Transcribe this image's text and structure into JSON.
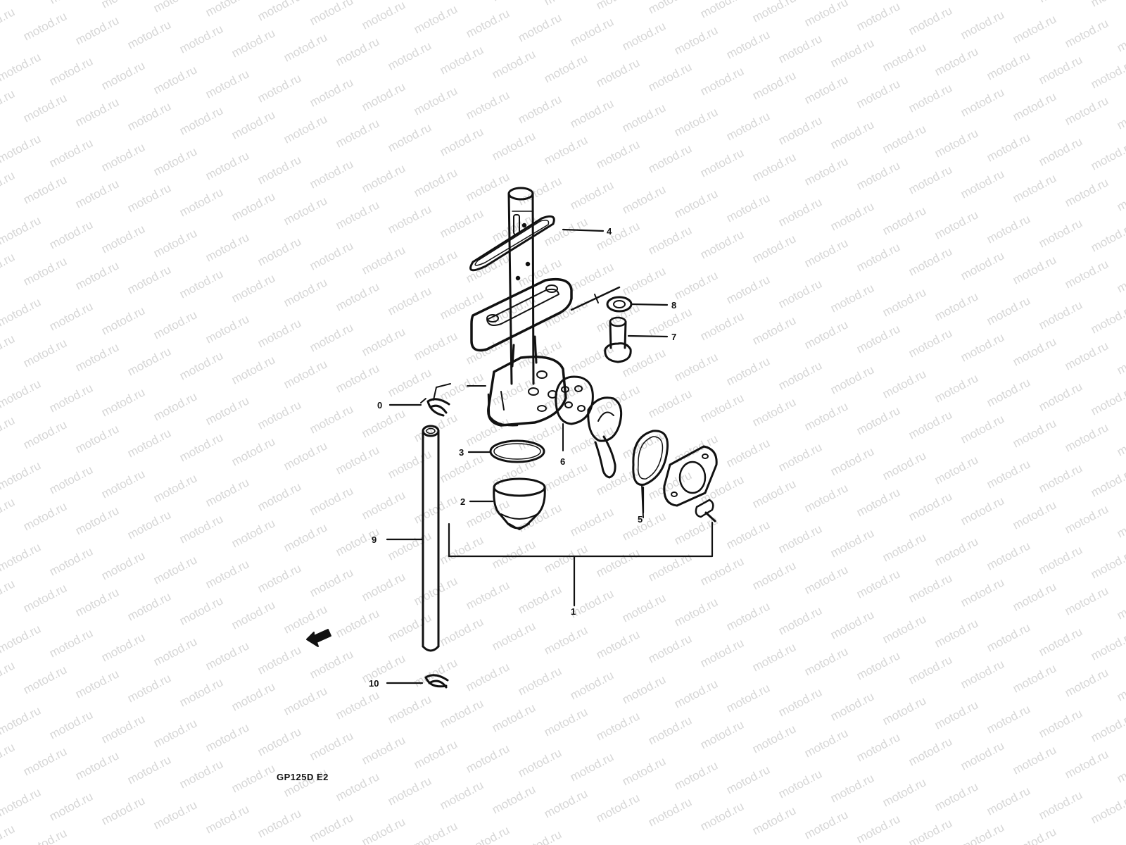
{
  "watermark_text": "motod.ru",
  "colors": {
    "background": "#ffffff",
    "line": "#111111",
    "watermark": "#d6d6d6"
  },
  "model_code": "GP125D E2",
  "callouts": {
    "c0": "0",
    "c1": "1",
    "c2": "2",
    "c3": "3",
    "c4": "4",
    "c5": "5",
    "c6": "6",
    "c7": "7",
    "c8": "8",
    "c9": "9",
    "c10": "10"
  },
  "parts": [
    {
      "id": "fuel-cock-body",
      "callout": "1",
      "icon": "fuel-cock-assembly"
    },
    {
      "id": "sediment-cup",
      "callout": "2",
      "icon": "cup"
    },
    {
      "id": "cup-o-ring",
      "callout": "3",
      "icon": "o-ring"
    },
    {
      "id": "tank-o-ring",
      "callout": "4",
      "icon": "o-ring"
    },
    {
      "id": "lever-gasket",
      "callout": "5",
      "icon": "gasket"
    },
    {
      "id": "valve-disc",
      "callout": "6",
      "icon": "valve"
    },
    {
      "id": "mounting-bolt",
      "callout": "7",
      "icon": "bolt"
    },
    {
      "id": "bolt-washer",
      "callout": "8",
      "icon": "washer"
    },
    {
      "id": "fuel-hose",
      "callout": "9",
      "icon": "hose"
    },
    {
      "id": "hose-clamp-top",
      "callout": "0",
      "icon": "clamp"
    },
    {
      "id": "hose-clamp-bottom",
      "callout": "10",
      "icon": "clamp"
    }
  ]
}
